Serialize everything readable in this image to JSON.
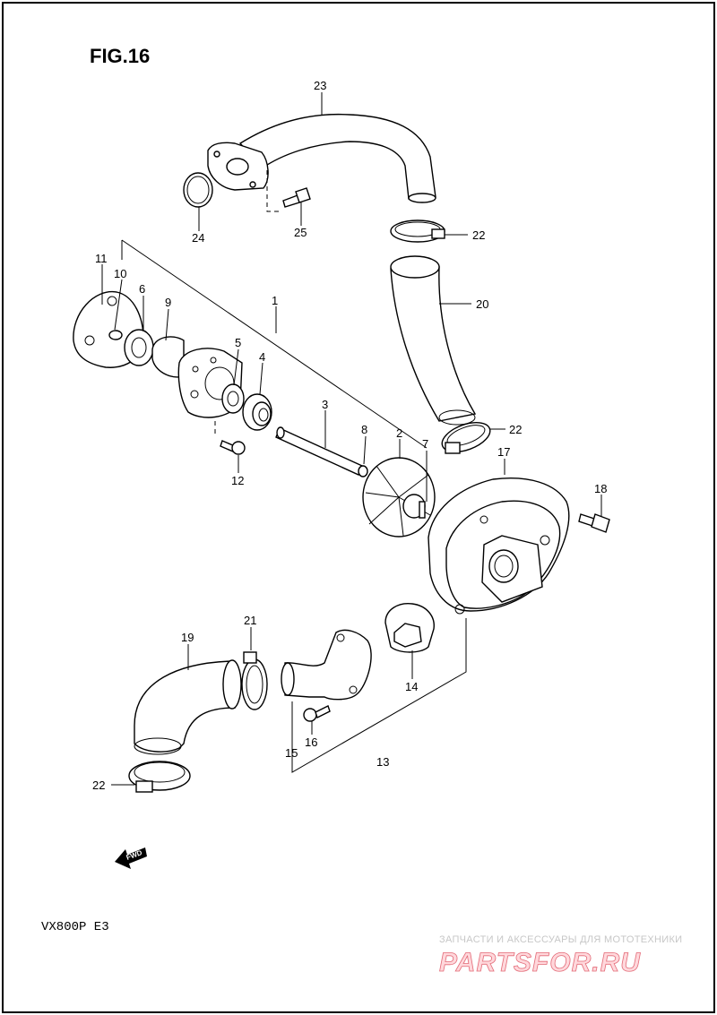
{
  "figure": {
    "title": "FIG.16",
    "model_code": "VX800P E3"
  },
  "callouts": [
    {
      "id": "c23",
      "label": "23"
    },
    {
      "id": "c24",
      "label": "24"
    },
    {
      "id": "c25",
      "label": "25"
    },
    {
      "id": "c22a",
      "label": "22"
    },
    {
      "id": "c20",
      "label": "20"
    },
    {
      "id": "c11",
      "label": "11"
    },
    {
      "id": "c10",
      "label": "10"
    },
    {
      "id": "c6",
      "label": "6"
    },
    {
      "id": "c9",
      "label": "9"
    },
    {
      "id": "c1",
      "label": "1"
    },
    {
      "id": "c5",
      "label": "5"
    },
    {
      "id": "c4",
      "label": "4"
    },
    {
      "id": "c3",
      "label": "3"
    },
    {
      "id": "c22b",
      "label": "22"
    },
    {
      "id": "c8",
      "label": "8"
    },
    {
      "id": "c2",
      "label": "2"
    },
    {
      "id": "c7",
      "label": "7"
    },
    {
      "id": "c17",
      "label": "17"
    },
    {
      "id": "c18",
      "label": "18"
    },
    {
      "id": "c12",
      "label": "12"
    },
    {
      "id": "c19",
      "label": "19"
    },
    {
      "id": "c21",
      "label": "21"
    },
    {
      "id": "c14",
      "label": "14"
    },
    {
      "id": "c16",
      "label": "16"
    },
    {
      "id": "c15",
      "label": "15"
    },
    {
      "id": "c13",
      "label": "13"
    },
    {
      "id": "c22c",
      "label": "22"
    }
  ],
  "fwd_arrow": {
    "label": "FWD"
  },
  "watermark": {
    "tagline": "ЗАПЧАСТИ И АКСЕССУАРЫ ДЛЯ МОТОТЕХНИКИ",
    "brand": "PARTSFOR.RU",
    "color": "#e36b78"
  }
}
